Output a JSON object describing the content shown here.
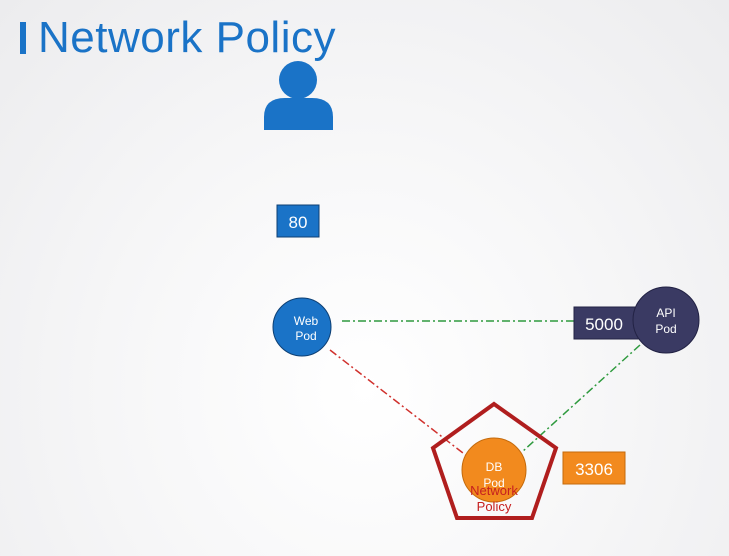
{
  "title": "Network Policy",
  "user": {
    "icon": "user-icon"
  },
  "ports": {
    "web": "80",
    "api": "5000",
    "db": "3306"
  },
  "pods": {
    "web": {
      "line1": "Web",
      "line2": "Pod"
    },
    "api": {
      "line1": "API",
      "line2": "Pod"
    },
    "db": {
      "line1": "DB",
      "line2": "Pod"
    }
  },
  "policy": {
    "line1": "Network",
    "line2": "Policy"
  },
  "colors": {
    "blue": "#1a73c7",
    "navy": "#3a3a63",
    "orange": "#f28a1e",
    "policy_red": "#b01e1e",
    "allow_green": "#2e9a3e",
    "deny_red": "#d0312d"
  }
}
